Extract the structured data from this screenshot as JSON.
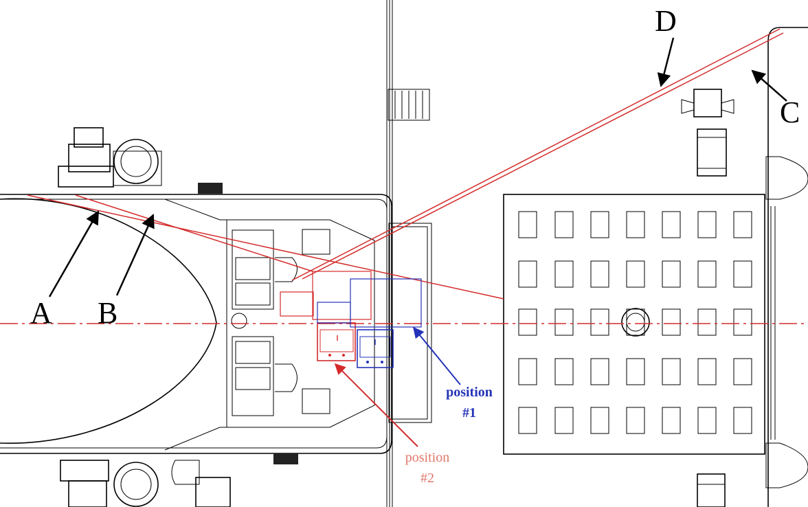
{
  "labels": {
    "a": "A",
    "b": "B",
    "c": "C",
    "d": "D",
    "position1_word": "position",
    "position1_num": "#1",
    "position2_word": "position",
    "position2_num": "#2"
  },
  "colors": {
    "line": "#000000",
    "red": "#d42a2a",
    "salmon": "#e0776a",
    "blue": "#2433b8"
  }
}
